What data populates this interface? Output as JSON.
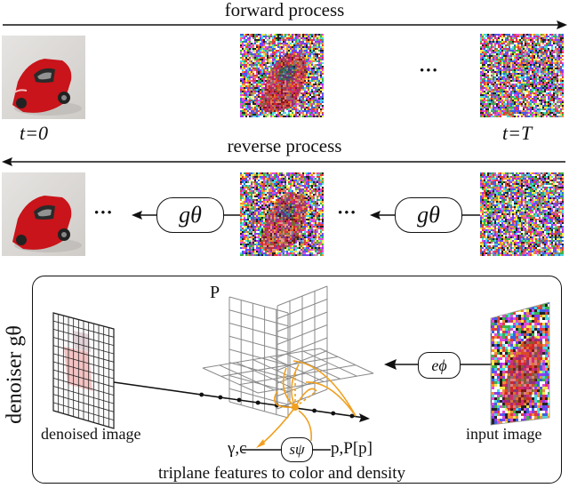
{
  "labels": {
    "forward": "forward process",
    "reverse": "reverse process",
    "t0": "t=0",
    "tT": "t=T",
    "ellipsis": "•••",
    "g_theta": "gθ",
    "P": "P",
    "e_phi": "eϕ",
    "s_psi": "sψ",
    "gamma_c": "γ,c",
    "p_P": "p,P[p]",
    "denoiser": "denoiser gθ",
    "denoised_image": "denoised image",
    "input_image": "input image",
    "triplane_caption": "triplane features to color and density"
  },
  "colors": {
    "car_red": "#c8141a",
    "arrow_orange": "#f0a020",
    "grid_gray": "#8a8a8a",
    "frame": "#333333"
  },
  "icons": {
    "car": "red-sports-car",
    "noise": "rgb-noise-square"
  }
}
